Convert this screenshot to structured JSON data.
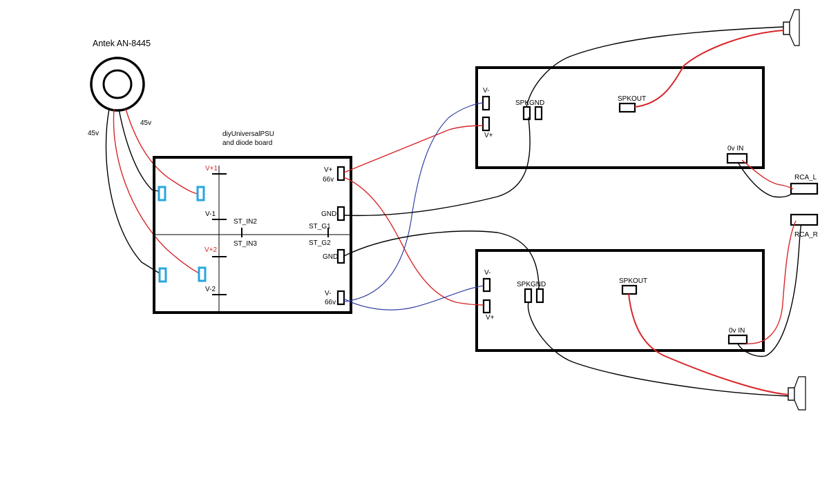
{
  "transformer": {
    "title": "Antek AN-8445",
    "volt_left": "45v",
    "volt_right": "45v"
  },
  "psu": {
    "title_line1": "diyUniversalPSU",
    "title_line2": "and diode board",
    "v_plus1": "V+1",
    "v_minus1": "V-1",
    "v_plus2": "V+2",
    "v_minus2": "V-2",
    "st_in2": "ST_IN2",
    "st_in3": "ST_IN3",
    "st_g1": "ST_G1",
    "st_g2": "ST_G2",
    "out_vplus": "V+",
    "out_vplus_volt": "66v",
    "out_gnd_top": "GND",
    "out_gnd_bottom": "GND",
    "out_vminus": "V-",
    "out_vminus_volt": "66v"
  },
  "amp_top": {
    "v_minus": "V-",
    "v_plus": "V+",
    "spkgnd": "SPKGND",
    "spkout": "SPKOUT",
    "ov_in": "0v IN"
  },
  "amp_bottom": {
    "v_minus": "V-",
    "v_plus": "V+",
    "spkgnd": "SPKGND",
    "spkout": "SPKOUT",
    "ov_in": "0v IN"
  },
  "rca": {
    "left": "RCA_L",
    "right": "RCA_R"
  },
  "colors": {
    "red_wire": "#d8262a",
    "blue_wire": "#3340a5",
    "terminal_blue": "#27a6dd"
  }
}
